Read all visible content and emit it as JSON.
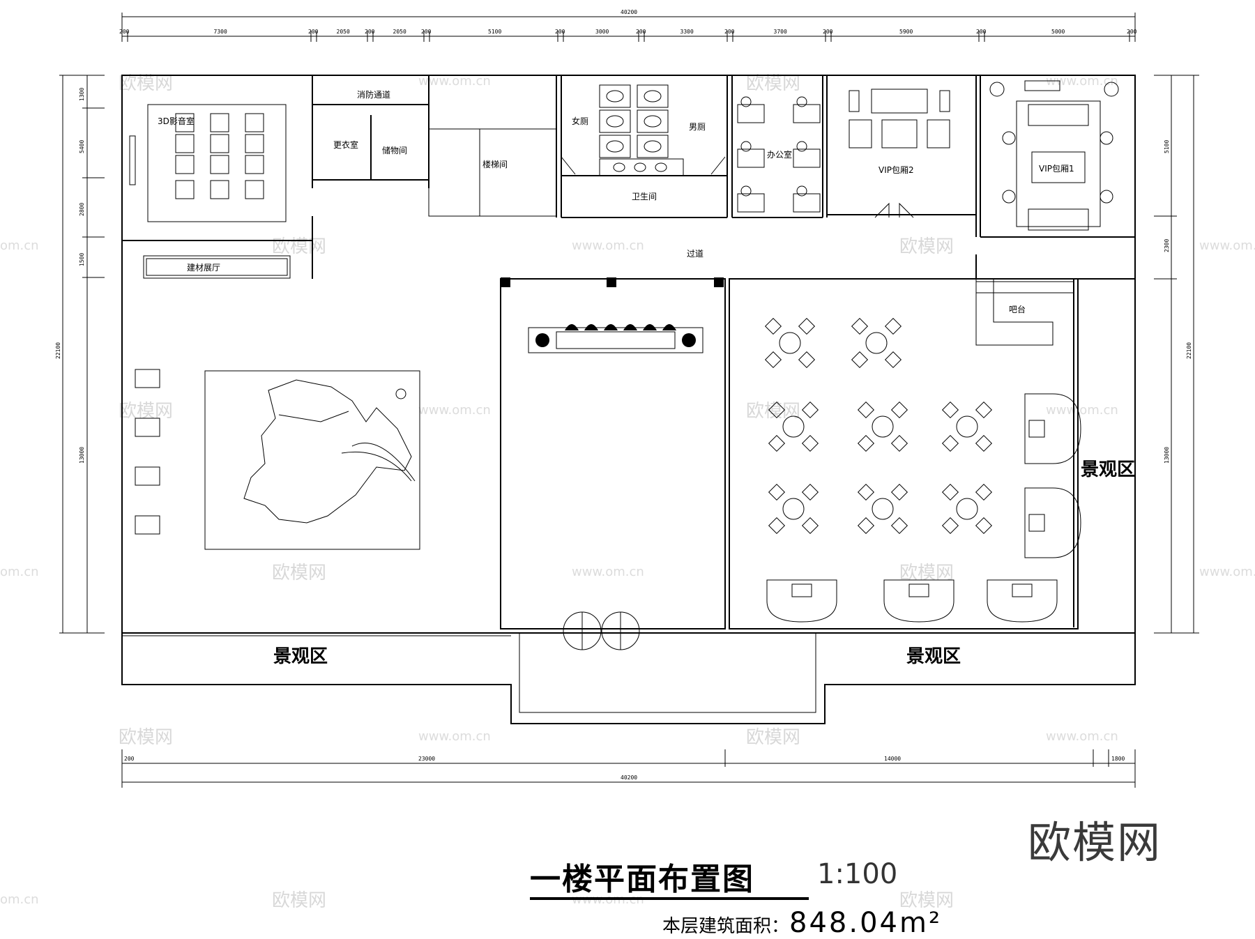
{
  "plan": {
    "title": "一楼平面布置图",
    "scale": "1:100",
    "area_label": "本层建筑面积：",
    "area_value": "848.04m²"
  },
  "rooms": {
    "cinema": "3D影音室",
    "fire_passage": "消防通道",
    "changing": "更衣室",
    "storage": "储物间",
    "stairs": "楼梯间",
    "womens_wc": "女厕",
    "mens_wc": "男厕",
    "toilet": "卫生间",
    "office": "办公室",
    "vip2": "VIP包厢2",
    "vip1": "VIP包厢1",
    "corridor": "过道",
    "showroom": "建材展厅",
    "bar": "吧台",
    "landscape_east": "景观区",
    "landscape_sw": "景观区",
    "landscape_se": "景观区"
  },
  "dimensions": {
    "top_total": "40200",
    "top_segments": [
      "200",
      "7300",
      "200",
      "2050",
      "200",
      "2050",
      "200",
      "5100",
      "200",
      "3000",
      "200",
      "3300",
      "200",
      "3700",
      "200",
      "5900",
      "200",
      "5000",
      "200"
    ],
    "bottom_segments": [
      "200",
      "23000",
      "14000",
      "1800"
    ],
    "bottom_total": "40200",
    "left_total": "22100",
    "left_segments": [
      "1300",
      "5400",
      "2800",
      "1500",
      "13000"
    ],
    "right_total": "22100",
    "right_segments": [
      "5100",
      "2300",
      "13000"
    ]
  },
  "watermark": {
    "brand": "欧模网",
    "url": "www.om.cn",
    "url_short": "om.cn"
  }
}
